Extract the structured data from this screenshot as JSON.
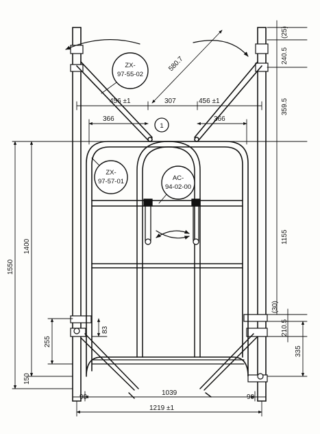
{
  "drawing": {
    "bubbles": {
      "top": [
        "ZX-",
        "97-55-02"
      ],
      "left": [
        "ZX-",
        "97-57-01"
      ],
      "center": [
        "AC-",
        "94-02-00"
      ],
      "marker": "1"
    },
    "dims": {
      "diag": "580.7",
      "left_brace": "456 ±1",
      "center_width": "307",
      "right_brace": "456 ±1",
      "left_366": "366",
      "right_366": "366",
      "right_25": "(25)",
      "right_2405": "240.5",
      "right_3595": "359.5",
      "right_1155": "1155",
      "right_30": "(30)",
      "right_2105": "210.5",
      "right_335": "335",
      "left_1550": "1550",
      "left_1400": "1400",
      "left_255": "255",
      "left_83": "83",
      "left_150": "150",
      "bottom_90_left": "90",
      "bottom_1039": "1039",
      "bottom_90_right": "90",
      "bottom_1219": "1219 ±1"
    }
  }
}
